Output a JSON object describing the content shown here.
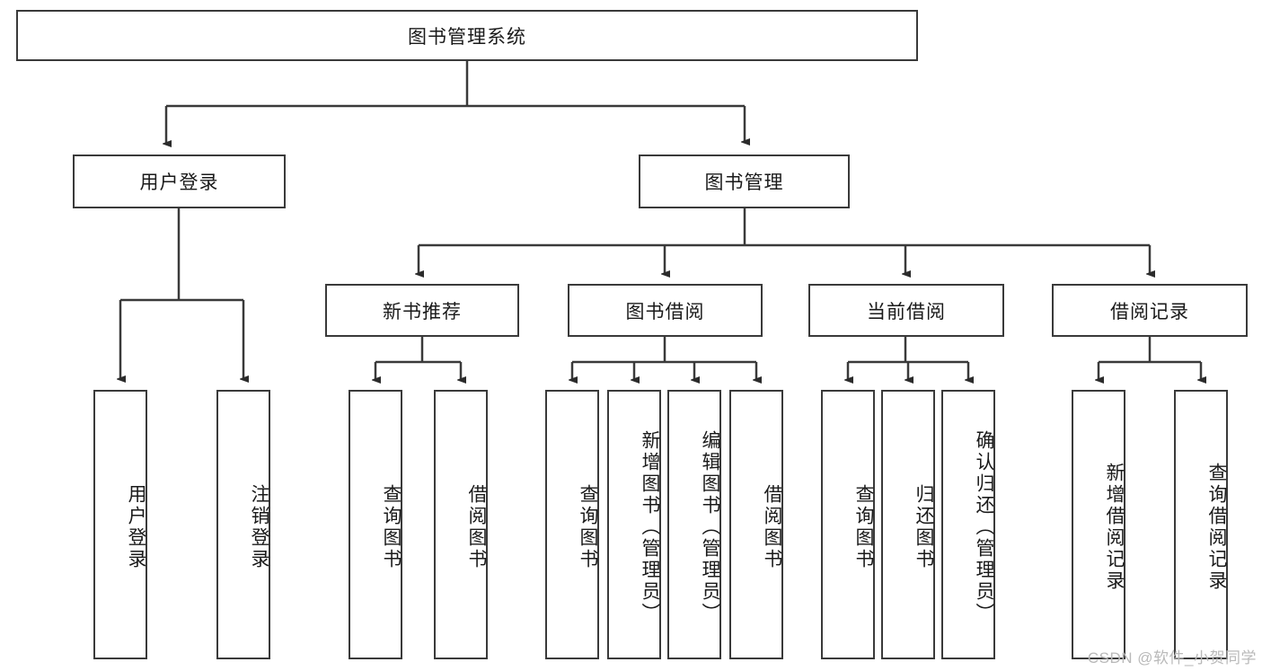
{
  "diagram": {
    "type": "tree",
    "title": "图书管理系统",
    "root": {
      "label": "图书管理系统"
    },
    "level1": [
      {
        "label": "用户登录"
      },
      {
        "label": "图书管理"
      }
    ],
    "level2": [
      {
        "label": "新书推荐"
      },
      {
        "label": "图书借阅"
      },
      {
        "label": "当前借阅"
      },
      {
        "label": "借阅记录"
      }
    ],
    "leaves": {
      "user_login": [
        {
          "label": "用户登录"
        },
        {
          "label": "注销登录"
        }
      ],
      "new_book_recommend": [
        {
          "label": "查询图书"
        },
        {
          "label": "借阅图书"
        }
      ],
      "book_borrow": [
        {
          "label": "查询图书"
        },
        {
          "label": "新增图书（管理员）"
        },
        {
          "label": "编辑图书（管理员）"
        },
        {
          "label": "借阅图书"
        }
      ],
      "current_borrow": [
        {
          "label": "查询图书"
        },
        {
          "label": "归还图书"
        },
        {
          "label": "确认归还（管理员）"
        }
      ],
      "borrow_record": [
        {
          "label": "新增借阅记录"
        },
        {
          "label": "查询借阅记录"
        }
      ]
    }
  },
  "watermark": {
    "text": "CSDN @软件_小贺同学"
  },
  "colors": {
    "stroke": "#3a3a3a",
    "fill": "#ffffff",
    "text": "#1a1a1a",
    "watermark": "#b9b9b9"
  }
}
